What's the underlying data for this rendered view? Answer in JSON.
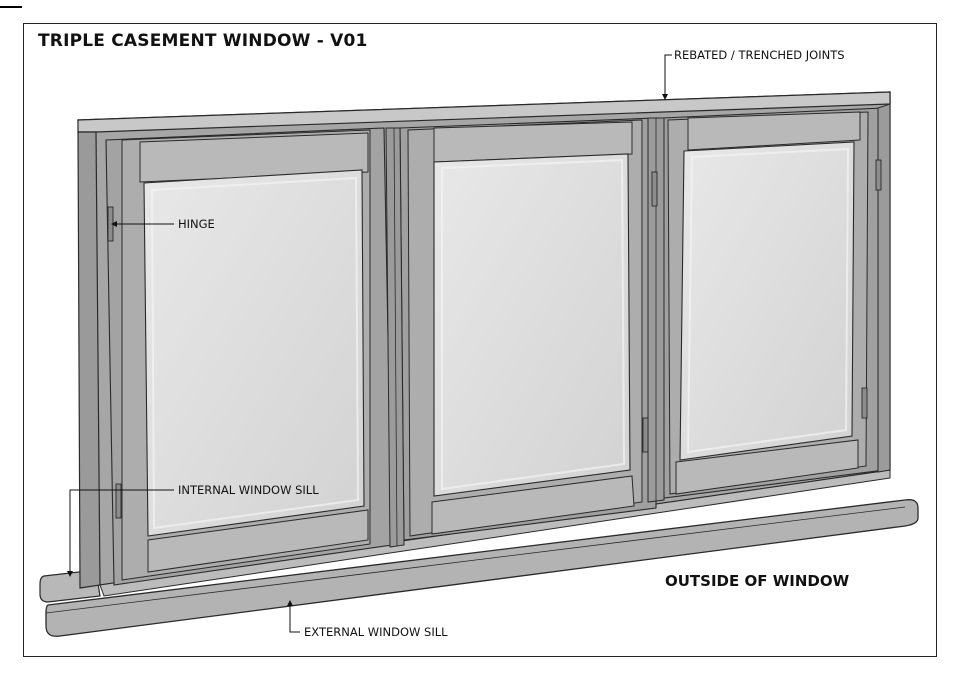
{
  "drawing": {
    "title": "TRIPLE CASEMENT WINDOW - V01",
    "view_label": "OUTSIDE OF WINDOW"
  },
  "callouts": {
    "joints": "REBATED / TRENCHED JOINTS",
    "hinge": "HINGE",
    "internal_sill": "INTERNAL WINDOW SILL",
    "external_sill": "EXTERNAL WINDOW SILL"
  },
  "colors": {
    "frame_face": "#a9a9a9",
    "frame_light": "#c4c4c4",
    "frame_dark": "#8c8c8c",
    "glass": "#dcdcdc",
    "outline": "#2a2a2a"
  }
}
